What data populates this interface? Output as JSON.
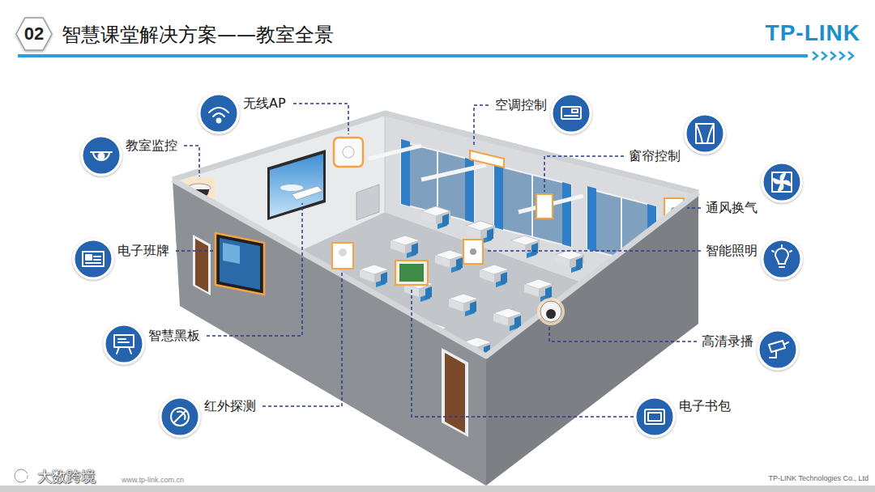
{
  "diagram": {
    "title": "智慧课堂解决方案——教室全景",
    "nodes": [
      {
        "text": [
          "无线AP"
        ]
      },
      {
        "text": [
          "空调控制"
        ]
      },
      {
        "text": [
          "教室监控"
        ]
      },
      {
        "text": [
          "窗帘控制"
        ]
      },
      {
        "text": [
          "通风换气"
        ]
      },
      {
        "text": [
          "电子班牌"
        ]
      },
      {
        "text": [
          "智能照明"
        ]
      },
      {
        "text": [
          "智慧黑板"
        ]
      },
      {
        "text": [
          "高清录播"
        ]
      },
      {
        "text": [
          "红外探测"
        ]
      },
      {
        "text": [
          "电子书包"
        ]
      }
    ],
    "labels": [
      "02",
      "TP-LINK",
      "www.tp-link.com.cn",
      "大数跨境",
      "TP-LINK Technologies Co., Ltd"
    ]
  }
}
